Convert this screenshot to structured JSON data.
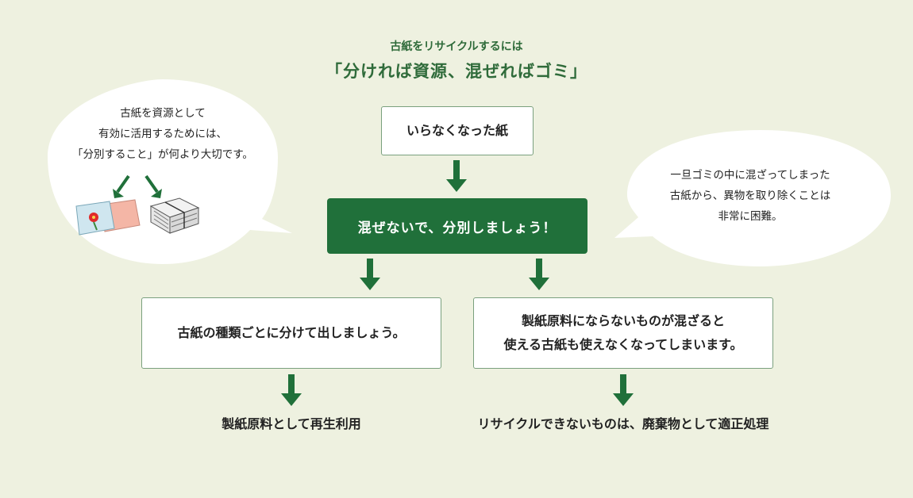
{
  "header": {
    "subtitle": "古紙をリサイクルするには",
    "title": "「分ければ資源、混ぜればゴミ」"
  },
  "flow": {
    "top_box": "いらなくなった紙",
    "main_box": "混ぜないで、分別しましょう！",
    "left_box": "古紙の種類ごとに分けて出しましょう。",
    "right_box_line1": "製紙原料にならないものが混ざると",
    "right_box_line2": "使える古紙も使えなくなってしまいます。",
    "left_result": "製紙原料として再生利用",
    "right_result": "リサイクルできないものは、廃棄物として適正処理"
  },
  "left_bubble": {
    "line1": "古紙を資源として",
    "line2": "有効に活用するためには、",
    "line3": "「分別すること」が何より大切です。"
  },
  "right_bubble": {
    "line1": "一旦ゴミの中に混ざってしまった",
    "line2": "古紙から、異物を取り除くことは",
    "line3": "非常に困難。"
  },
  "colors": {
    "background": "#eef1e0",
    "accent_green": "#20703a",
    "title_green": "#2f6b3a"
  }
}
